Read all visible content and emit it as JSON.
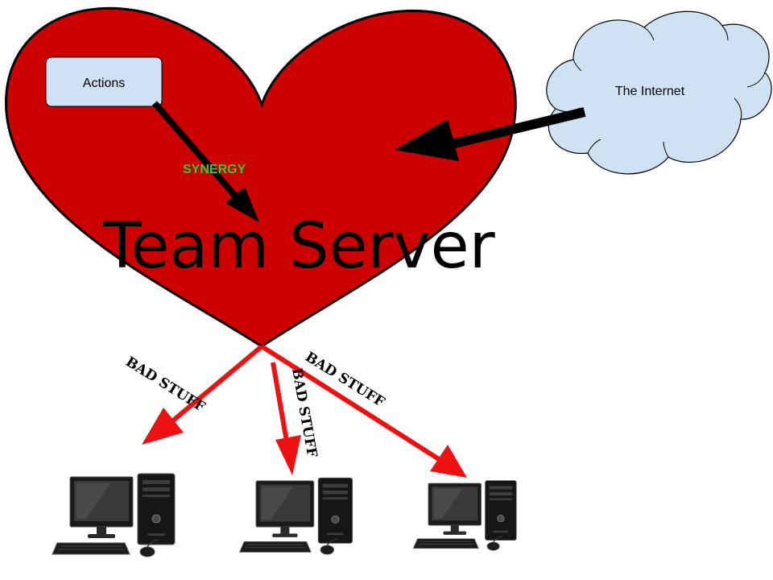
{
  "diagram": {
    "actions_label": "Actions",
    "internet_label": "The Internet",
    "synergy_label": "SYNERGY",
    "server_label": "Team Server",
    "links": [
      {
        "label": "BAD STUFF"
      },
      {
        "label": "BAD STUFF"
      },
      {
        "label": "BAD STUFF"
      }
    ],
    "computers": [
      {
        "icon": "desktop-computer-icon"
      },
      {
        "icon": "desktop-computer-icon"
      },
      {
        "icon": "desktop-computer-icon"
      }
    ]
  },
  "colors": {
    "heart_fill": "#cc0000",
    "actions_fill": "#cfe2f3",
    "cloud_fill": "#cfe2f3",
    "synergy_text": "#33cc33",
    "bad_arrow": "#ee1111",
    "dark_arrow": "#000000"
  }
}
